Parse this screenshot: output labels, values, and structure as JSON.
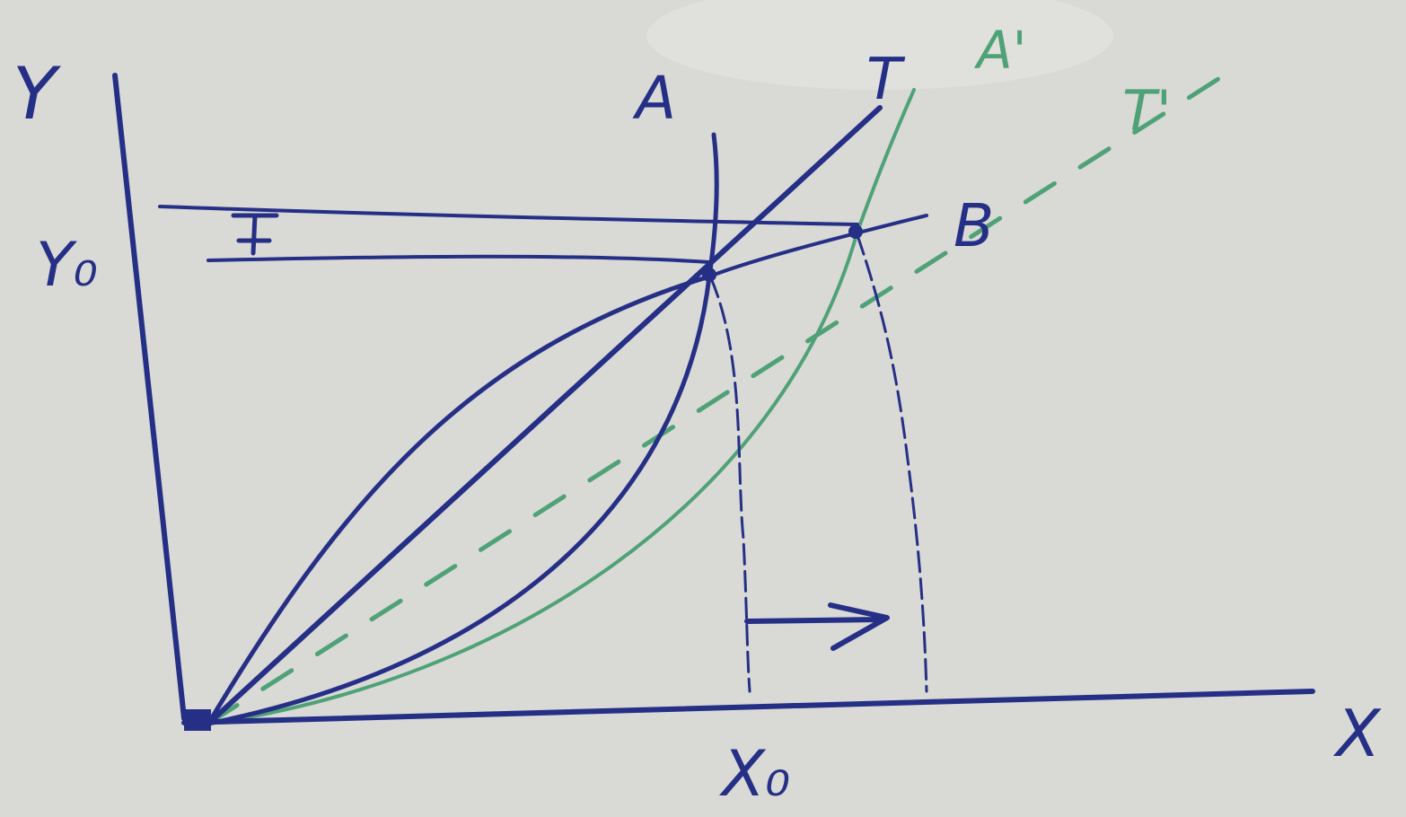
{
  "colors": {
    "board": "#d9d9d5",
    "blue_ink": "#262f86",
    "green_ink": "#4fa277"
  },
  "labels": {
    "y_axis": "Y",
    "x_axis": "X",
    "y_zero": "Y₀",
    "x_zero": "X₀",
    "point_a": "A",
    "point_t": "T",
    "point_b": "B",
    "point_a_prime": "A'",
    "point_t_prime": "T'"
  }
}
